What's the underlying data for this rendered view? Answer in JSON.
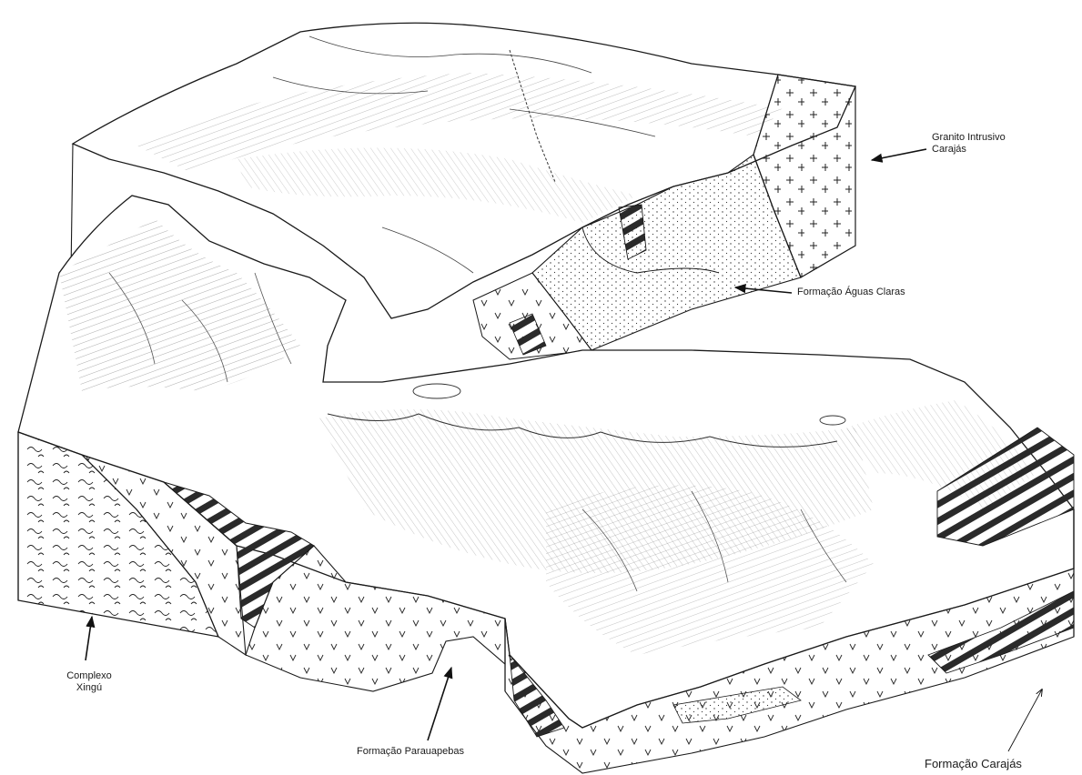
{
  "labels": {
    "granito": {
      "line1": "Granito Intrusivo",
      "line2": "Carajás"
    },
    "aguas_claras": "Formação Águas Claras",
    "xingu": {
      "line1": "Complexo",
      "line2": "Xingú"
    },
    "parauapebas": "Formação Parauapebas",
    "carajas": "Formação Carajás"
  },
  "colors": {
    "ink": "#1a1a1a",
    "paper": "#ffffff",
    "shade": "#e9e9e9"
  }
}
